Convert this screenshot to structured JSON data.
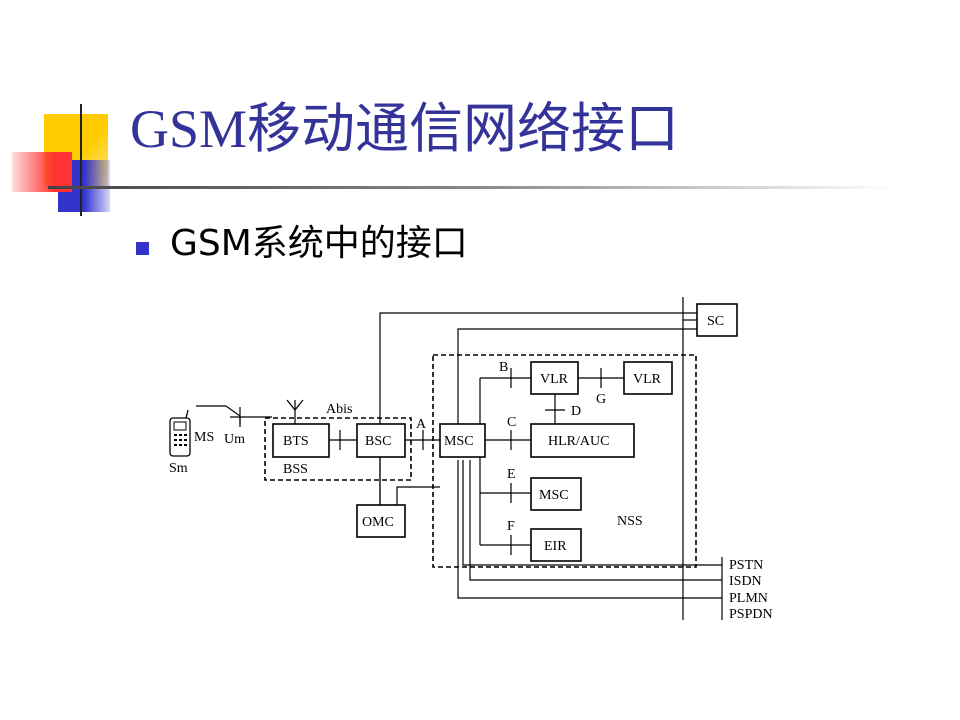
{
  "slide": {
    "title": "GSM移动通信网络接口",
    "bullet": "GSM系统中的接口"
  },
  "colors": {
    "title": "#333399",
    "deco_yellow": "#ffcc00",
    "deco_blue": "#3333cc",
    "deco_red": "#ff3333",
    "bullet": "#3333cc"
  },
  "diagram": {
    "nodes": {
      "ms": "MS",
      "sm": "Sm",
      "bts": "BTS",
      "bsc": "BSC",
      "bss": "BSS",
      "msc_main": "MSC",
      "vlr_1": "VLR",
      "vlr_2": "VLR",
      "hlr_auc": "HLR/AUC",
      "msc_2": "MSC",
      "eir": "EIR",
      "omc": "OMC",
      "sc": "SC",
      "nss": "NSS"
    },
    "interfaces": {
      "um": "Um",
      "abis": "Abis",
      "a": "A",
      "b": "B",
      "c": "C",
      "d": "D",
      "e": "E",
      "f": "F",
      "g": "G"
    },
    "external_networks": [
      "PSTN",
      "ISDN",
      "PLMN",
      "PSPDN"
    ]
  }
}
